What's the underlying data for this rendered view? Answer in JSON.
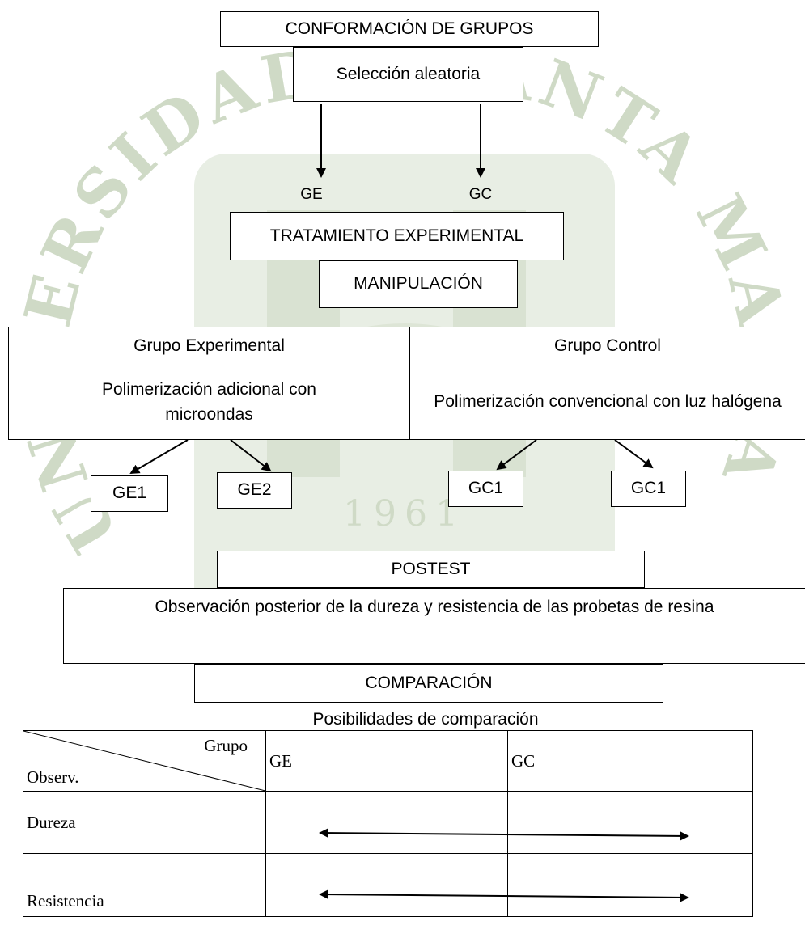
{
  "watermark": {
    "arc_left": "UNIVERSIDAD",
    "arc_right": "SANTA MARIA",
    "year": "1961",
    "color": "#c5d1bc"
  },
  "boxes": {
    "conformacion": "CONFORMACIÓN DE GRUPOS",
    "seleccion": "Selección aleatoria",
    "label_ge": "GE",
    "label_gc": "GC",
    "tratamiento": "TRATAMIENTO EXPERIMENTAL",
    "manipulacion": "MANIPULACIÓN",
    "grupo_experimental": "Grupo Experimental",
    "grupo_control": "Grupo Control",
    "polimerizacion_adicional": "Polimerización adicional con microondas",
    "polimerizacion_convencional": "Polimerización convencional con luz halógena",
    "ge1": "GE1",
    "ge2": "GE2",
    "gc1_a": "GC1",
    "gc1_b": "GC1",
    "postest": "POSTEST",
    "observacion": "Observación posterior de la dureza y resistencia de las probetas de resina",
    "comparacion": "COMPARACIÓN",
    "posibilidades": "Posibilidades de comparación"
  },
  "table": {
    "corner_top": "Grupo",
    "corner_bottom": "Observ.",
    "col_ge": "GE",
    "col_gc": "GC",
    "row_dureza": "Dureza",
    "row_resistencia": "Resistencia"
  }
}
